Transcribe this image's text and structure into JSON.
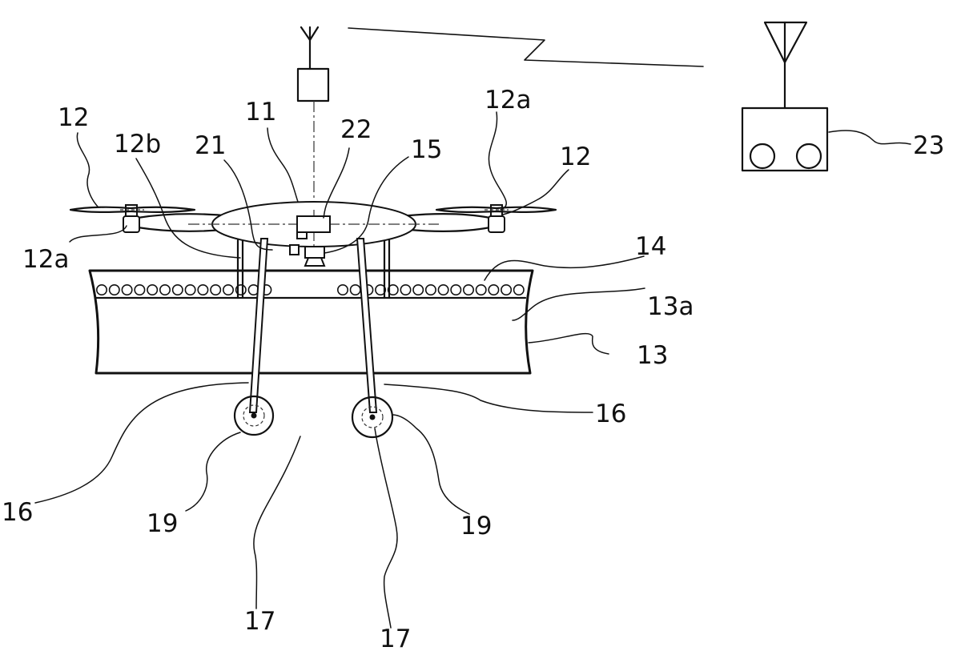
{
  "labels": {
    "l11": "11",
    "l12_left": "12",
    "l12_right": "12",
    "l12a_left": "12a",
    "l12a_right": "12a",
    "l12b": "12b",
    "l13": "13",
    "l13a": "13a",
    "l14": "14",
    "l15": "15",
    "l16_left": "16",
    "l16_right": "16",
    "l17_left": "17",
    "l17_right": "17",
    "l19_left": "19",
    "l19_right": "19",
    "l21": "21",
    "l22": "22",
    "l23": "23"
  },
  "parts": {
    "body": "main-body",
    "propellers": "rotor-assemblies",
    "spray_bar": "spray-bar-housing",
    "nozzles": "nozzle-row",
    "legs": "landing-legs",
    "wheels": "wheels",
    "antenna": "onboard-antenna",
    "receiver": "receiver-module",
    "controller": "remote-controller",
    "signal": "wireless-link"
  },
  "colors": {
    "ink": "#111111",
    "background": "#ffffff"
  }
}
